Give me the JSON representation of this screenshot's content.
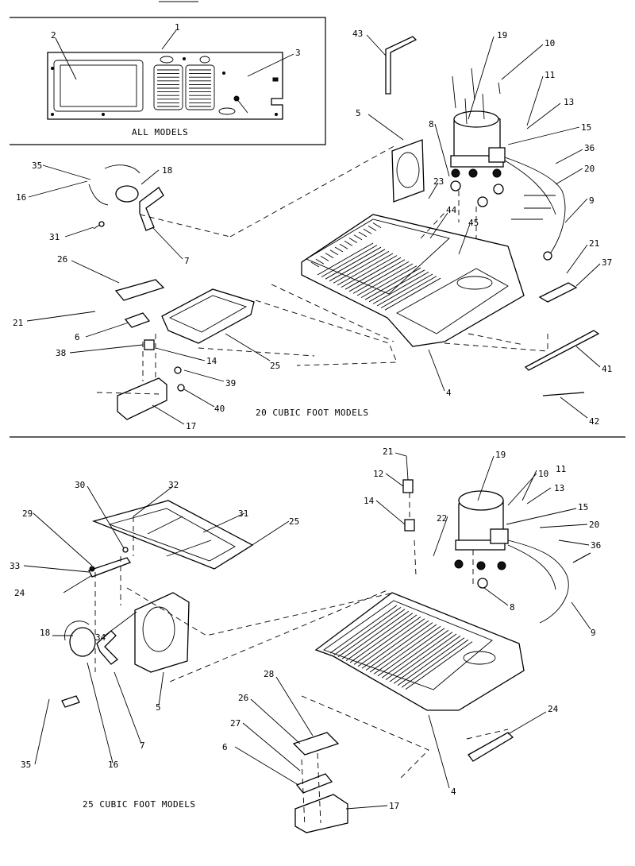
{
  "captions": {
    "all_models": "ALL MODELS",
    "models_20": "20 CUBIC FOOT MODELS",
    "models_25": "25 CUBIC FOOT MODELS"
  },
  "callouts_20": [
    {
      "id": "c20-1",
      "text": "1"
    },
    {
      "id": "c20-2",
      "text": "2"
    },
    {
      "id": "c20-3",
      "text": "3"
    },
    {
      "id": "c20-43",
      "text": "43"
    },
    {
      "id": "c20-19",
      "text": "19"
    },
    {
      "id": "c20-10",
      "text": "10"
    },
    {
      "id": "c20-11",
      "text": "11"
    },
    {
      "id": "c20-13",
      "text": "13"
    },
    {
      "id": "c20-15",
      "text": "15"
    },
    {
      "id": "c20-36",
      "text": "36"
    },
    {
      "id": "c20-20",
      "text": "20"
    },
    {
      "id": "c20-9",
      "text": "9"
    },
    {
      "id": "c20-21r",
      "text": "21"
    },
    {
      "id": "c20-37",
      "text": "37"
    },
    {
      "id": "c20-41",
      "text": "41"
    },
    {
      "id": "c20-42",
      "text": "42"
    },
    {
      "id": "c20-4",
      "text": "4"
    },
    {
      "id": "c20-5",
      "text": "5"
    },
    {
      "id": "c20-8",
      "text": "8"
    },
    {
      "id": "c20-23",
      "text": "23"
    },
    {
      "id": "c20-44",
      "text": "44"
    },
    {
      "id": "c20-45",
      "text": "45"
    },
    {
      "id": "c20-35",
      "text": "35"
    },
    {
      "id": "c20-18",
      "text": "18"
    },
    {
      "id": "c20-16",
      "text": "16"
    },
    {
      "id": "c20-31",
      "text": "31"
    },
    {
      "id": "c20-7",
      "text": "7"
    },
    {
      "id": "c20-26",
      "text": "26"
    },
    {
      "id": "c20-21l",
      "text": "21"
    },
    {
      "id": "c20-6",
      "text": "6"
    },
    {
      "id": "c20-38",
      "text": "38"
    },
    {
      "id": "c20-14",
      "text": "14"
    },
    {
      "id": "c20-25",
      "text": "25"
    },
    {
      "id": "c20-39",
      "text": "39"
    },
    {
      "id": "c20-40",
      "text": "40"
    },
    {
      "id": "c20-17",
      "text": "17"
    }
  ],
  "callouts_25": [
    {
      "id": "c25-21",
      "text": "21"
    },
    {
      "id": "c25-12",
      "text": "12"
    },
    {
      "id": "c25-14",
      "text": "14"
    },
    {
      "id": "c25-22",
      "text": "22"
    },
    {
      "id": "c25-19",
      "text": "19"
    },
    {
      "id": "c25-10",
      "text": "10"
    },
    {
      "id": "c25-11",
      "text": "11"
    },
    {
      "id": "c25-13",
      "text": "13"
    },
    {
      "id": "c25-15",
      "text": "15"
    },
    {
      "id": "c25-20",
      "text": "20"
    },
    {
      "id": "c25-36",
      "text": "36"
    },
    {
      "id": "c25-8",
      "text": "8"
    },
    {
      "id": "c25-9",
      "text": "9"
    },
    {
      "id": "c25-30",
      "text": "30"
    },
    {
      "id": "c25-32",
      "text": "32"
    },
    {
      "id": "c25-31",
      "text": "31"
    },
    {
      "id": "c25-25",
      "text": "25"
    },
    {
      "id": "c25-29",
      "text": "29"
    },
    {
      "id": "c25-33",
      "text": "33"
    },
    {
      "id": "c25-24l",
      "text": "24"
    },
    {
      "id": "c25-34",
      "text": "34"
    },
    {
      "id": "c25-18",
      "text": "18"
    },
    {
      "id": "c25-7",
      "text": "7"
    },
    {
      "id": "c25-5",
      "text": "5"
    },
    {
      "id": "c25-35",
      "text": "35"
    },
    {
      "id": "c25-16",
      "text": "16"
    },
    {
      "id": "c25-28",
      "text": "28"
    },
    {
      "id": "c25-26",
      "text": "26"
    },
    {
      "id": "c25-27",
      "text": "27"
    },
    {
      "id": "c25-6",
      "text": "6"
    },
    {
      "id": "c25-17",
      "text": "17"
    },
    {
      "id": "c25-4",
      "text": "4"
    },
    {
      "id": "c25-24r",
      "text": "24"
    }
  ]
}
